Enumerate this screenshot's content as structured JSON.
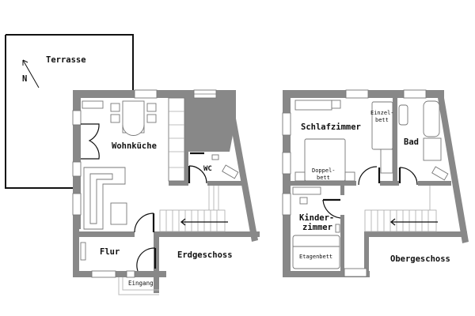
{
  "floors": [
    {
      "id": "erdgeschoss",
      "label": "Erdgeschoss",
      "rooms": [
        {
          "name": "Terrasse"
        },
        {
          "name": "Wohnküche"
        },
        {
          "name": "WC"
        },
        {
          "name": "Flur"
        },
        {
          "name": "Eingang"
        }
      ]
    },
    {
      "id": "obergeschoss",
      "label": "Obergeschoss",
      "rooms": [
        {
          "name": "Schlafzimmer"
        },
        {
          "name": "Bad"
        },
        {
          "name": "Kinder-"
        },
        {
          "name": "zimmer"
        }
      ],
      "furniture": {
        "einzelbett_line1": "Einzel-",
        "einzelbett_line2": "bett",
        "doppelbett_line1": "Doppel-",
        "doppelbett_line2": "bett",
        "etagenbett": "Etagenbett"
      }
    }
  ],
  "compass": {
    "label": "N",
    "icon": "north-arrow-icon"
  },
  "colors": {
    "wall": "#888888",
    "line": "#111111",
    "furniture": "#777777"
  }
}
